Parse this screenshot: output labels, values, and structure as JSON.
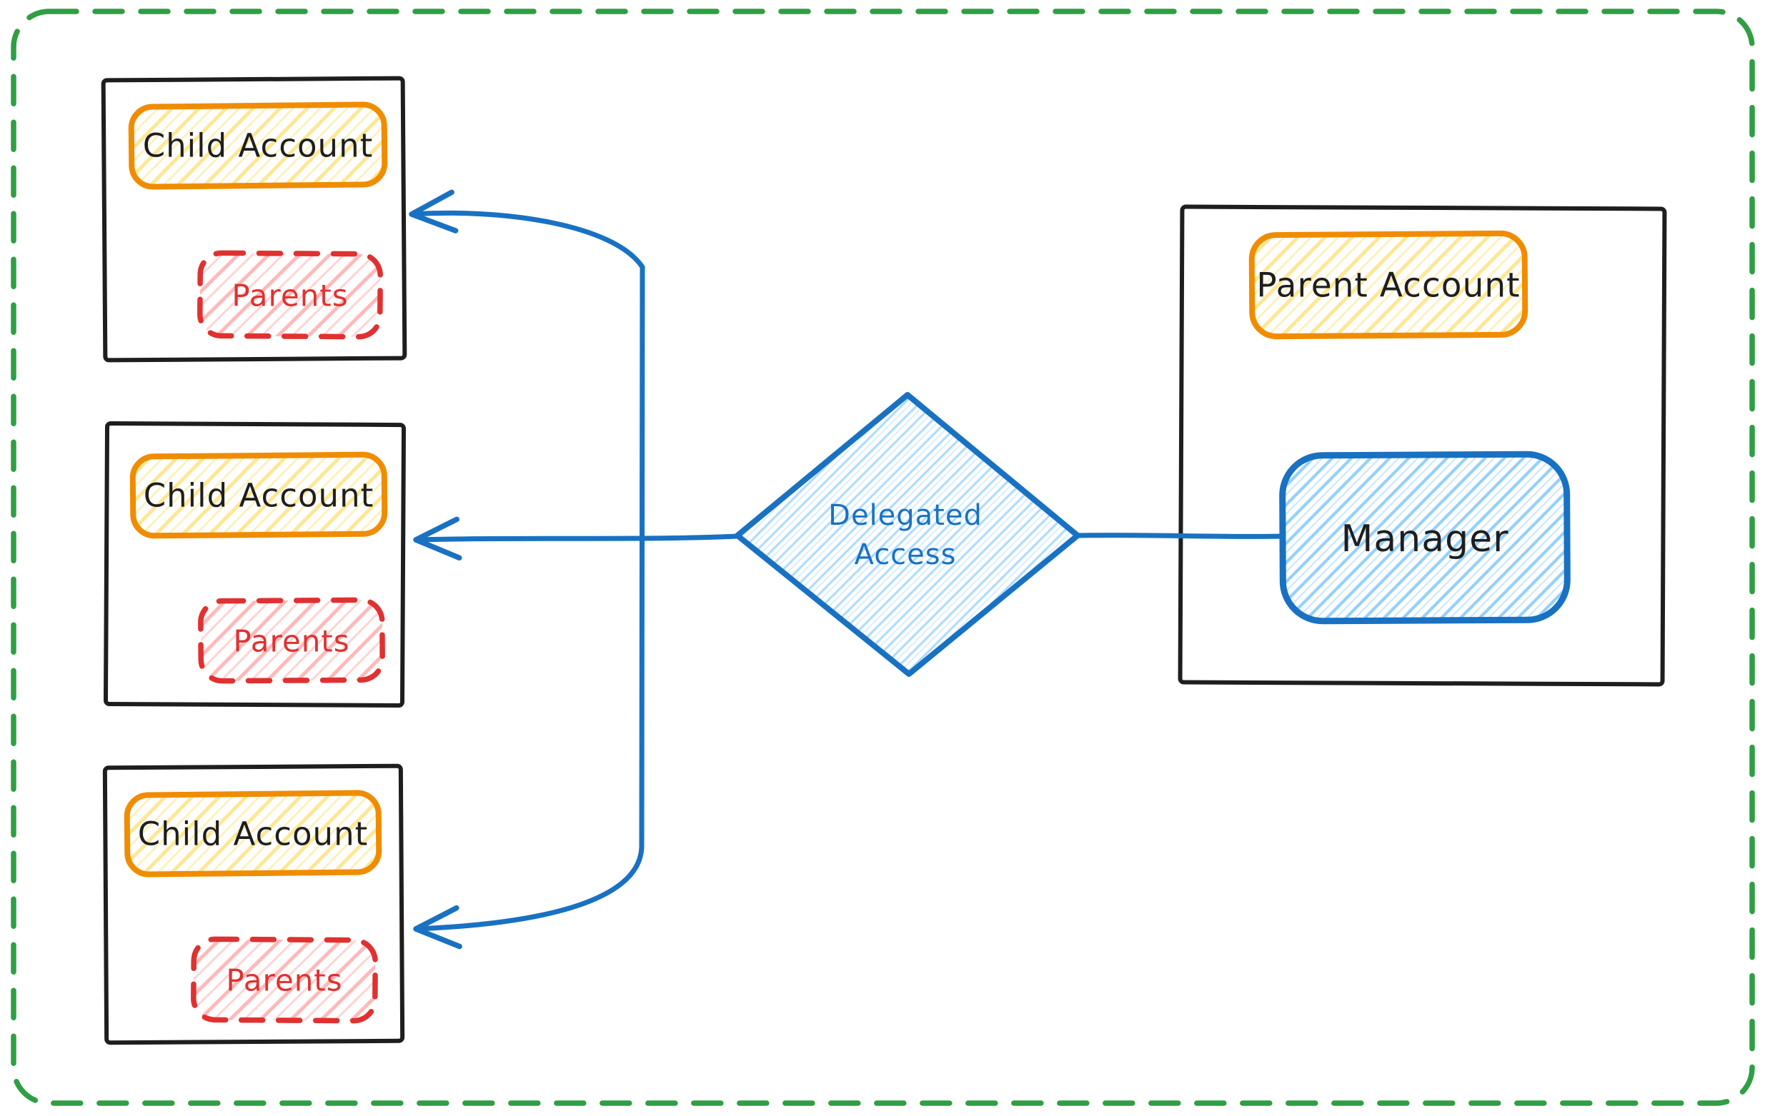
{
  "diagram": {
    "kind": "whiteboard-flowchart",
    "palette": {
      "canvas_border_green": "#2f9e44",
      "box_stroke_black": "#1e1e1e",
      "accent_orange": "#f08c00",
      "hatch_yellow": "#ffd43b",
      "accent_red": "#e03131",
      "hatch_red": "#ff9b9b",
      "accent_blue": "#1971c2",
      "hatch_blue": "#a5d8ff",
      "text_dark": "#1e1e1e",
      "background": "#ffffff"
    },
    "nodes": {
      "child_accounts": [
        {
          "title": "Child Account",
          "member": "Parents"
        },
        {
          "title": "Child Account",
          "member": "Parents"
        },
        {
          "title": "Child Account",
          "member": "Parents"
        }
      ],
      "decision": {
        "label": "Delegated Access",
        "line1": "Delegated",
        "line2": "Access"
      },
      "parent_account": {
        "title": "Parent Account",
        "member": "Manager"
      }
    },
    "edges": [
      {
        "from": "Manager",
        "to": "Delegated Access",
        "arrowhead": "none"
      },
      {
        "from": "Delegated Access",
        "to": "Child Account (top)",
        "arrowhead": "open-arrow"
      },
      {
        "from": "Delegated Access",
        "to": "Child Account (middle)",
        "arrowhead": "open-arrow"
      },
      {
        "from": "Delegated Access",
        "to": "Child Account (bottom)",
        "arrowhead": "open-arrow"
      }
    ]
  }
}
